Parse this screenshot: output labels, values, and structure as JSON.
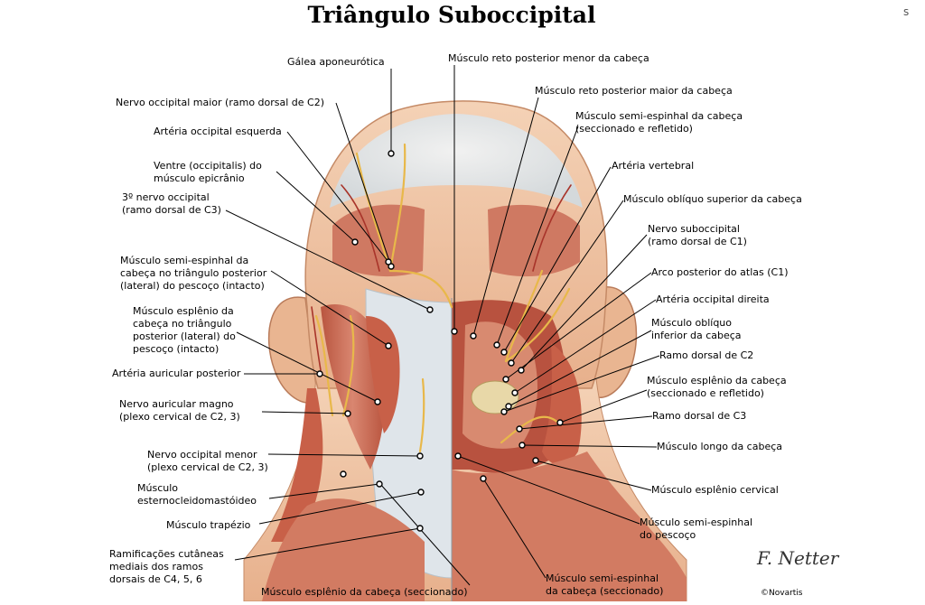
{
  "title": "Triângulo Suboccipital",
  "corner_mark": "s",
  "credits": {
    "signature": "F. Netter",
    "copyright": "©Novartis"
  },
  "labels": {
    "galea": "Gálea aponeurótica",
    "nervo_occ_maior": "Nervo occipital maior (ramo dorsal de C2)",
    "art_occ_esq": "Artéria occipital esquerda",
    "ventre": "Ventre (occipitalis) do\nmúsculo epicrânio",
    "terceiro_nervo": "3º nervo occipital\n(ramo dorsal de C3)",
    "semi_triang": "Músculo semi-espinhal da\ncabeça no triângulo posterior\n(lateral) do pescoço (intacto)",
    "esplenio_triang": "Músculo esplênio da\ncabeça no triângulo\nposterior (lateral) do\npescoço (intacto)",
    "art_auric_post": "Artéria auricular posterior",
    "nervo_auric": "Nervo auricular magno\n(plexo cervical de C2, 3)",
    "nervo_occ_menor": "Nervo occipital menor\n(plexo cervical de C2, 3)",
    "esterno": "Músculo\nesternocleidomastóideo",
    "trapezio": "Músculo trapézio",
    "ramificacoes": "Ramificações cutâneas\nmediais dos ramos\ndorsais de C4, 5, 6",
    "esplenio_secc": "Músculo esplênio da cabeça (seccionado)",
    "reto_menor": "Músculo reto posterior menor da cabeça",
    "reto_maior": "Músculo reto posterior maior da cabeça",
    "semi_refl": "Músculo semi-espinhal da cabeça\n(seccionado e refletido)",
    "art_vert": "Artéria vertebral",
    "obl_sup": "Músculo oblíquo superior da cabeça",
    "nervo_suboc": "Nervo suboccipital\n(ramo dorsal de C1)",
    "arco_post": "Arco posterior do atlas (C1)",
    "art_occ_dir": "Artéria occipital direita",
    "obl_inf": "Músculo oblíquo\ninferior da cabeça",
    "ramo_c2": "Ramo dorsal de C2",
    "esplenio_refl": "Músculo esplênio da cabeça\n(seccionado e refletido)",
    "ramo_c3": "Ramo dorsal de C3",
    "longo": "Músculo longo da cabeça",
    "esplenio_cerv": "Músculo esplênio cervical",
    "semi_pescoco": "Músculo semi-espinhal\ndo pescoço",
    "semi_cabeca_secc": "Músculo semi-espinhal\nda cabeça (seccionado)"
  },
  "colors": {
    "skin": "#f2c9a8",
    "muscle": "#c96a55",
    "muscle_dark": "#9c4535",
    "fascia": "#dfe5ea",
    "nerve": "#e8b84a",
    "leader": "#000000"
  }
}
